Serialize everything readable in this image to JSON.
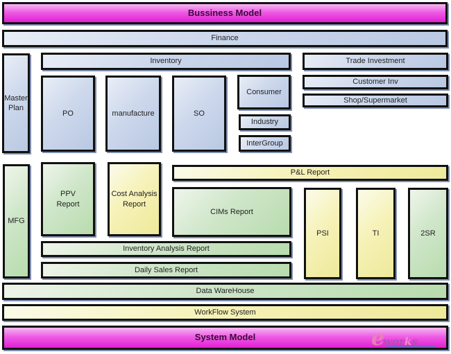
{
  "diagram": {
    "top_layer": "Bussiness Model",
    "finance": "Finance",
    "business_boxes": {
      "master_plan": "Master\nPlan",
      "inventory": "Inventory",
      "po": "PO",
      "manufacture": "manufacture",
      "so": "SO",
      "consumer": "Consumer",
      "industry": "Industry",
      "intergroup": "InterGroup",
      "trade_investment": "Trade Investment",
      "customer_inv": "Customer Inv",
      "shop_supermarket": "Shop/Supermarket"
    },
    "report_boxes": {
      "mfg": "MFG",
      "ppv_report": "PPV\nReport",
      "cost_analysis_report": "Cost Analysis\nReport",
      "pl_report": "P&L Report",
      "cims_report": "CIMs Report",
      "psi": "PSI",
      "ti": "TI",
      "two_sr": "2SR",
      "inventory_analysis_report": "Inventory Analysis Report",
      "daily_sales_report": "Daily Sales Report"
    },
    "data_warehouse": "Data WareHouse",
    "workflow_system": "WorkFlow System",
    "bottom_layer": "System Model",
    "logo": {
      "e": "e",
      "wor": "wor",
      "k": "k",
      "s": "s"
    }
  },
  "colors": {
    "layer": "#e11ed3",
    "business": "#c5d2ea",
    "report_green": "#c5e2bd",
    "report_yellow": "#f3efaa"
  }
}
